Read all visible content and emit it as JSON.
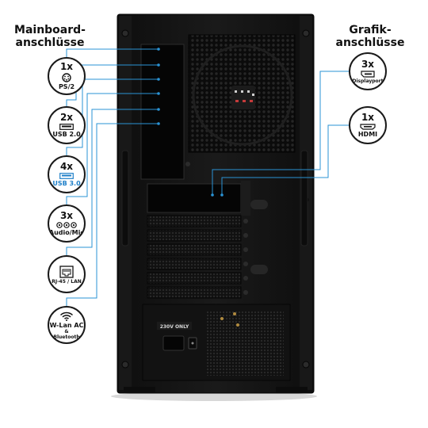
{
  "headings": {
    "mainboard": [
      "Mainboard-",
      "anschlüsse"
    ],
    "graphics": [
      "Grafik-",
      "anschlüsse"
    ]
  },
  "mainboard_ports": [
    {
      "count": "1x",
      "label": "PS/2",
      "icon": "ps2-connector-icon"
    },
    {
      "count": "2x",
      "label": "USB 2.0",
      "icon": "usb-port-icon"
    },
    {
      "count": "4x",
      "label": "USB 3.0",
      "icon": "usb3-port-icon",
      "accent": "#1e7fc8"
    },
    {
      "count": "3x",
      "label": "Audio/Mic",
      "icon": "audio-jack-icon"
    },
    {
      "label": "RJ-45 / LAN",
      "icon": "ethernet-port-icon"
    },
    {
      "label": "W-Lan AC",
      "sub1": "&",
      "sub2": "Bluetooth",
      "icon": "wifi-icon"
    }
  ],
  "graphics_ports": [
    {
      "count": "3x",
      "label": "Displayport",
      "icon": "displayport-icon"
    },
    {
      "count": "1x",
      "label": "HDMI",
      "icon": "hdmi-port-icon"
    }
  ],
  "psu": {
    "voltage_label": "230V ONLY"
  },
  "colors": {
    "callout_line": "#2a93d5",
    "usb3_accent": "#1e7fc8",
    "case_body": "#141414"
  }
}
